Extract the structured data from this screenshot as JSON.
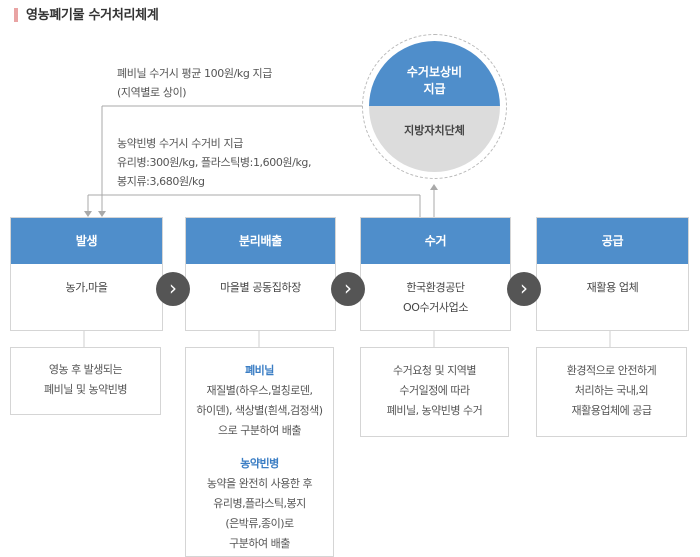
{
  "title": "영농폐기물 수거처리체계",
  "notes": {
    "vinyl_line1": "폐비닐 수거시 평균 100원/kg 지급",
    "vinyl_line2": "(지역별로 상이)",
    "bottle_line1": "농약빈병 수거시 수거비 지급",
    "bottle_line2": "유리병:300원/kg, 플라스틱병:1,600원/kg,",
    "bottle_line3": "봉지류:3,680원/kg"
  },
  "compensation": {
    "top_line1": "수거보상비",
    "top_line2": "지급",
    "bottom": "지방자치단체"
  },
  "stages": [
    {
      "head": "발생",
      "body1": "농가,마을",
      "body2": ""
    },
    {
      "head": "분리배출",
      "body1": "마을별 공동집하장",
      "body2": ""
    },
    {
      "head": "수거",
      "body1": "한국환경공단",
      "body2": "OO수거사업소"
    },
    {
      "head": "공급",
      "body1": "재활용 업체",
      "body2": ""
    }
  ],
  "descriptions": {
    "generation": [
      "영농 후 발생되는",
      "폐비닐 및 농약빈병"
    ],
    "separation": {
      "vinyl_title": "폐비닐",
      "vinyl_lines": [
        "재질별(하우스,멀칭로덴,",
        "하이덴), 색상별(흰색,검정색)",
        "으로 구분하여 배출"
      ],
      "bottle_title": "농약빈병",
      "bottle_lines": [
        "농약을 완전히 사용한 후",
        "유리병,플라스틱,봉지",
        "(은박류,종이)로",
        "구분하여 배출"
      ]
    },
    "collection": [
      "수거요청 및 지역별",
      "수거일정에 따라",
      "폐비닐, 농약빈병 수거"
    ],
    "supply": [
      "환경적으로 안전하게",
      "처리하는 국내,외",
      "재활용업체에 공급"
    ]
  },
  "colors": {
    "accent": "#4f8ecb",
    "title_mark": "#e9a4a4",
    "arrow_button": "#555555"
  },
  "icons": {
    "next": "chevron-right-icon",
    "flow_arrow": "arrow-down-icon",
    "up_arrow": "arrow-up-icon"
  }
}
